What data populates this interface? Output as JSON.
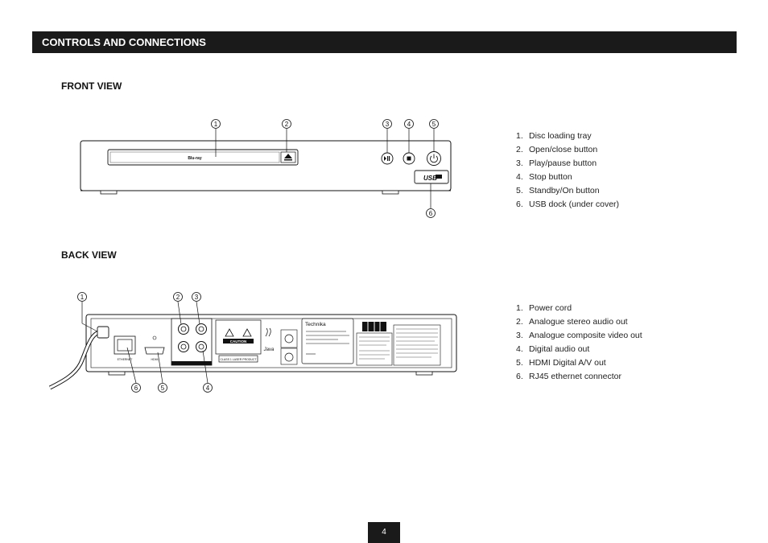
{
  "header": {
    "title": "CONTROLS AND CONNECTIONS"
  },
  "front_view": {
    "title": "FRONT VIEW",
    "items": [
      {
        "num": "1.",
        "label": "Disc loading tray"
      },
      {
        "num": "2.",
        "label": "Open/close button"
      },
      {
        "num": "3.",
        "label": "Play/pause button"
      },
      {
        "num": "4.",
        "label": "Stop button"
      },
      {
        "num": "5.",
        "label": "Standby/On button"
      },
      {
        "num": "6.",
        "label": "USB dock (under cover)"
      }
    ],
    "callouts": [
      "1",
      "2",
      "3",
      "4",
      "5",
      "6"
    ],
    "usb_label": "USB"
  },
  "back_view": {
    "title": "BACK VIEW",
    "items": [
      {
        "num": "1.",
        "label": "Power cord"
      },
      {
        "num": "2.",
        "label": "Analogue stereo audio out"
      },
      {
        "num": "3.",
        "label": "Analogue composite video out"
      },
      {
        "num": "4.",
        "label": "Digital audio out"
      },
      {
        "num": "5.",
        "label": "HDMI Digital A/V out"
      },
      {
        "num": "6.",
        "label": "RJ45 ethernet connector"
      }
    ],
    "callouts": [
      "1",
      "2",
      "3",
      "4",
      "5",
      "6"
    ],
    "labels": {
      "ethernet": "ETHERNET",
      "hdmi": "HDMI",
      "caution": "CAUTION",
      "class1": "CLASS 1 LASER PRODUCT",
      "brand": "Technika",
      "java": "Java"
    }
  },
  "footer": {
    "page_number": "4"
  }
}
